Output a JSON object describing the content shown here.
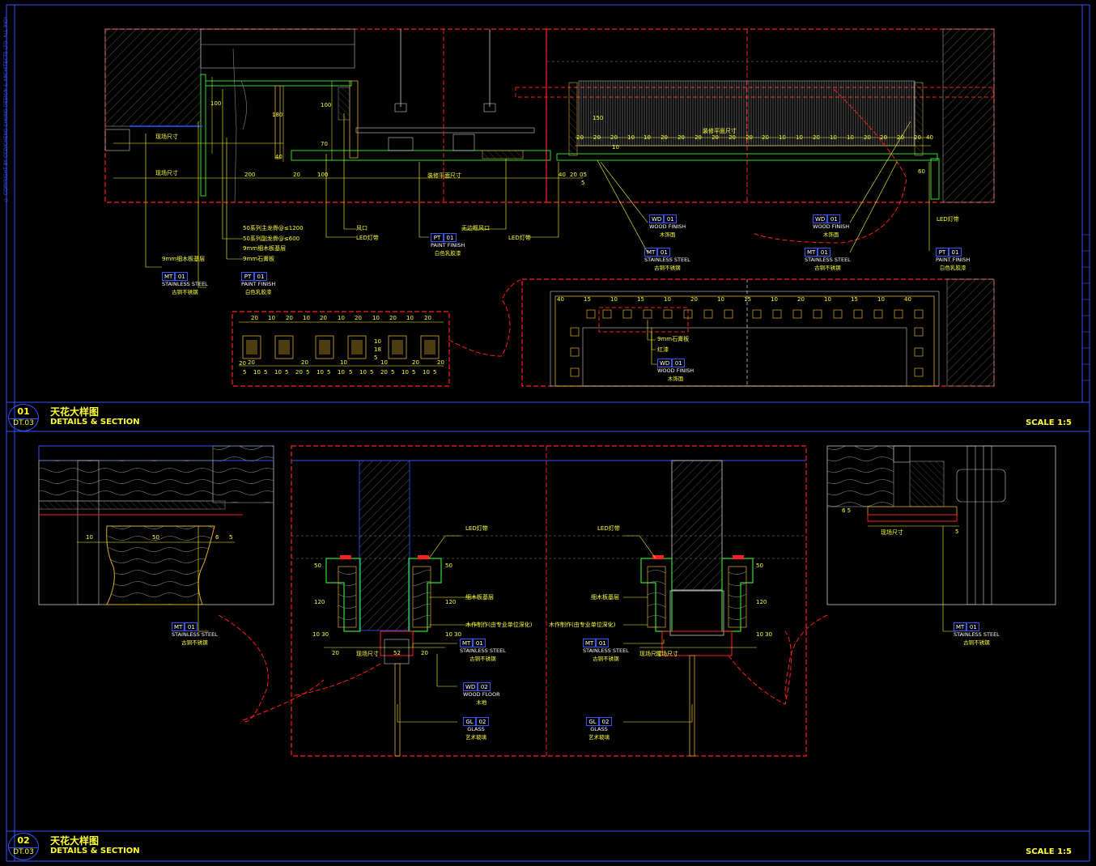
{
  "copyright": "© COPYRIGHT BY CCD/CHENG CHUNG DESIGN & ARCHITECTS LTD. ALL RIGHTS RESERVED.",
  "colors": {
    "frame": "#3355ff",
    "section": "#ff2020",
    "text": "#ffff33",
    "line": "#ffffff",
    "green": "#33dd33"
  },
  "sections": [
    {
      "number": "01",
      "ref": "DT.03",
      "title_cn": "天花大样图",
      "title_en": "DETAILS & SECTION",
      "scale": "SCALE 1:5"
    },
    {
      "number": "02",
      "ref": "DT.03",
      "title_cn": "天花大样图",
      "title_en": "DETAILS & SECTION",
      "scale": "SCALE 1:5"
    }
  ],
  "tags": {
    "mt_a": {
      "code": "MT",
      "num": "01",
      "en": "STAINLESS STEEL",
      "cn": "古铜不锈钢"
    },
    "pt_a": {
      "code": "PT",
      "num": "01",
      "en": "PAINT FINISH",
      "cn": "白色乳胶漆"
    },
    "pt_b": {
      "code": "PT",
      "num": "01",
      "en": "PAINT FINISH",
      "cn": "白色乳胶漆"
    },
    "wd_a": {
      "code": "WD",
      "num": "01",
      "en": "WOOD FINISH",
      "cn": "木饰面"
    },
    "mt_b": {
      "code": "MT",
      "num": "01",
      "en": "STAINLESS STEEL",
      "cn": "古铜不锈钢"
    },
    "wd_b": {
      "code": "WD",
      "num": "01",
      "en": "WOOD FINISH",
      "cn": "木饰面"
    },
    "mt_c": {
      "code": "MT",
      "num": "01",
      "en": "STAINLESS STEEL",
      "cn": "古铜不锈钢"
    },
    "pt_c": {
      "code": "PT",
      "num": "01",
      "en": "PAINT FINISH",
      "cn": "白色乳胶漆"
    },
    "wd_c": {
      "code": "WD",
      "num": "01",
      "en": "WOOD FINISH",
      "cn": "木饰面"
    },
    "mt_d": {
      "code": "MT",
      "num": "01",
      "en": "STAINLESS STEEL",
      "cn": "古铜不锈钢"
    },
    "mt_e": {
      "code": "MT",
      "num": "01",
      "en": "STAINLESS STEEL",
      "cn": "古铜不锈钢"
    },
    "wd_f": {
      "code": "WD",
      "num": "02",
      "en": "WOOD FLOOR",
      "cn": "木地"
    },
    "gl_a": {
      "code": "GL",
      "num": "02",
      "en": "GLASS",
      "cn": "艺术玻璃"
    },
    "mt_f": {
      "code": "MT",
      "num": "01",
      "en": "STAINLESS STEEL",
      "cn": "古铜不锈钢"
    },
    "gl_b": {
      "code": "GL",
      "num": "02",
      "en": "GLASS",
      "cn": "艺术玻璃"
    },
    "mt_g": {
      "code": "MT",
      "num": "01",
      "en": "STAINLESS STEEL",
      "cn": "古铜不锈钢"
    }
  },
  "notes": {
    "n1": "50系列主龙骨@≤1200",
    "n2": "50系列副龙骨@≤600",
    "n3": "9mm细木板基层",
    "n4": "9mm石膏板",
    "n5": "9mm细木板基层",
    "n6": "风口",
    "n7": "LED灯带",
    "n8": "无边框风口",
    "n9": "LED灯带",
    "n10": "LED灯带",
    "n11": "9mm石膏板",
    "n12": "红漆",
    "n13": "LED灯带",
    "n14": "细木板基层",
    "n15": "木作制作(由专业单位深化)",
    "n16": "LED灯带",
    "n17": "细木板基层",
    "n18": "木作制作(由专业单位深化)"
  },
  "dims": {
    "d1": "现场尺寸",
    "d2": "现场尺寸",
    "d3": "200",
    "d4": "20",
    "d5": "100",
    "d6": "装修平面尺寸",
    "d7": "100",
    "d8": "180",
    "d9": "100",
    "d10": "40",
    "d11": "70",
    "d12": "40",
    "d13": "20",
    "d14": "05",
    "d15": "装修平面尺寸",
    "d16": "10",
    "d17": "150",
    "d18": "40",
    "d19": "60",
    "d20": "5",
    "d21": "10",
    "d22": "50",
    "d23": "6",
    "d24": "5",
    "d25": "现场尺寸",
    "d26": "50",
    "d27": "120",
    "d28": "10 30",
    "d29": "现场尺寸",
    "d30": "52",
    "d31": "20",
    "d32": "20",
    "d33": "50",
    "d34": "120",
    "d35": "10 30",
    "d36": "现场尺寸",
    "d37": "50",
    "d38": "120",
    "d39": "10 30",
    "d40": "6 5",
    "d41": "5",
    "d42": "现场尺寸",
    "d43": "20",
    "d44": "10",
    "d45": "18",
    "d46": "5",
    "d47": "20",
    "d48": "20",
    "d49": "10",
    "d50": "10",
    "d51": "20",
    "d52": "20"
  },
  "dim_rows": {
    "ceil": [
      "20",
      "20",
      "20",
      "10",
      "10",
      "20",
      "20",
      "20",
      "20",
      "20",
      "20",
      "20",
      "10",
      "10",
      "20",
      "10",
      "10",
      "20",
      "20",
      "20",
      "20"
    ],
    "ceil2": [
      "40",
      "15",
      "10",
      "15",
      "10",
      "20",
      "10",
      "15",
      "10",
      "20",
      "10",
      "15",
      "10",
      "40"
    ],
    "small_top": [
      "20",
      "10",
      "20",
      "10",
      "20",
      "10",
      "20",
      "10",
      "20",
      "10",
      "20"
    ],
    "small_bot": [
      "5",
      "10",
      "5",
      "10",
      "5",
      "20",
      "5",
      "10",
      "5",
      "10",
      "5",
      "10",
      "5",
      "20",
      "5",
      "10",
      "5",
      "10",
      "5"
    ]
  }
}
